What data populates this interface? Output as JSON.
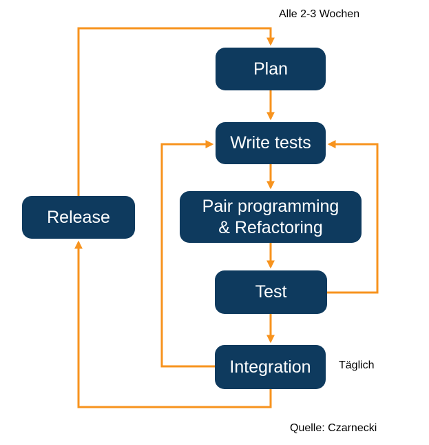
{
  "diagram": {
    "title_context": "Iterative development cycle flowchart",
    "nodes": {
      "plan": {
        "label": "Plan"
      },
      "write_tests": {
        "label": "Write tests"
      },
      "pair": {
        "label": "Pair programming & Refactoring",
        "label_line1": "Pair programming",
        "label_line2": "& Refactoring"
      },
      "test": {
        "label": "Test"
      },
      "integration": {
        "label": "Integration"
      },
      "release": {
        "label": "Release"
      }
    },
    "annotations": {
      "cycle_label": "Alle 2-3 Wochen",
      "daily_label": "Täglich",
      "source_label": "Quelle: Czarnecki"
    },
    "edges": [
      {
        "from": "release",
        "to": "plan"
      },
      {
        "from": "plan",
        "to": "write_tests"
      },
      {
        "from": "write_tests",
        "to": "pair"
      },
      {
        "from": "pair",
        "to": "test"
      },
      {
        "from": "test",
        "to": "integration"
      },
      {
        "from": "test",
        "to": "write_tests"
      },
      {
        "from": "integration",
        "to": "write_tests"
      },
      {
        "from": "integration",
        "to": "release"
      }
    ],
    "colors": {
      "node_fill": "#0e3a5e",
      "node_text": "#ffffff",
      "arrow": "#f7931e",
      "annotation_text": "#000000",
      "background": "#ffffff"
    }
  }
}
